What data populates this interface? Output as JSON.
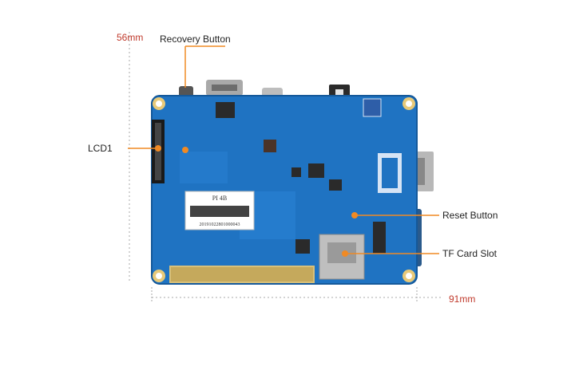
{
  "dimensions": {
    "height": "56mm",
    "width": "91mm",
    "color": "#c0392b"
  },
  "callouts": {
    "recovery_button": "Recovery Button",
    "lcd1": "LCD1",
    "reset_button": "Reset Button",
    "tf_card_slot": "TF Card Slot",
    "marker_color": "#f08a24"
  },
  "board": {
    "pcb_color": "#1f73c2",
    "sticker_line1": "PI    4B",
    "sticker_line2": "20191022801000043"
  }
}
